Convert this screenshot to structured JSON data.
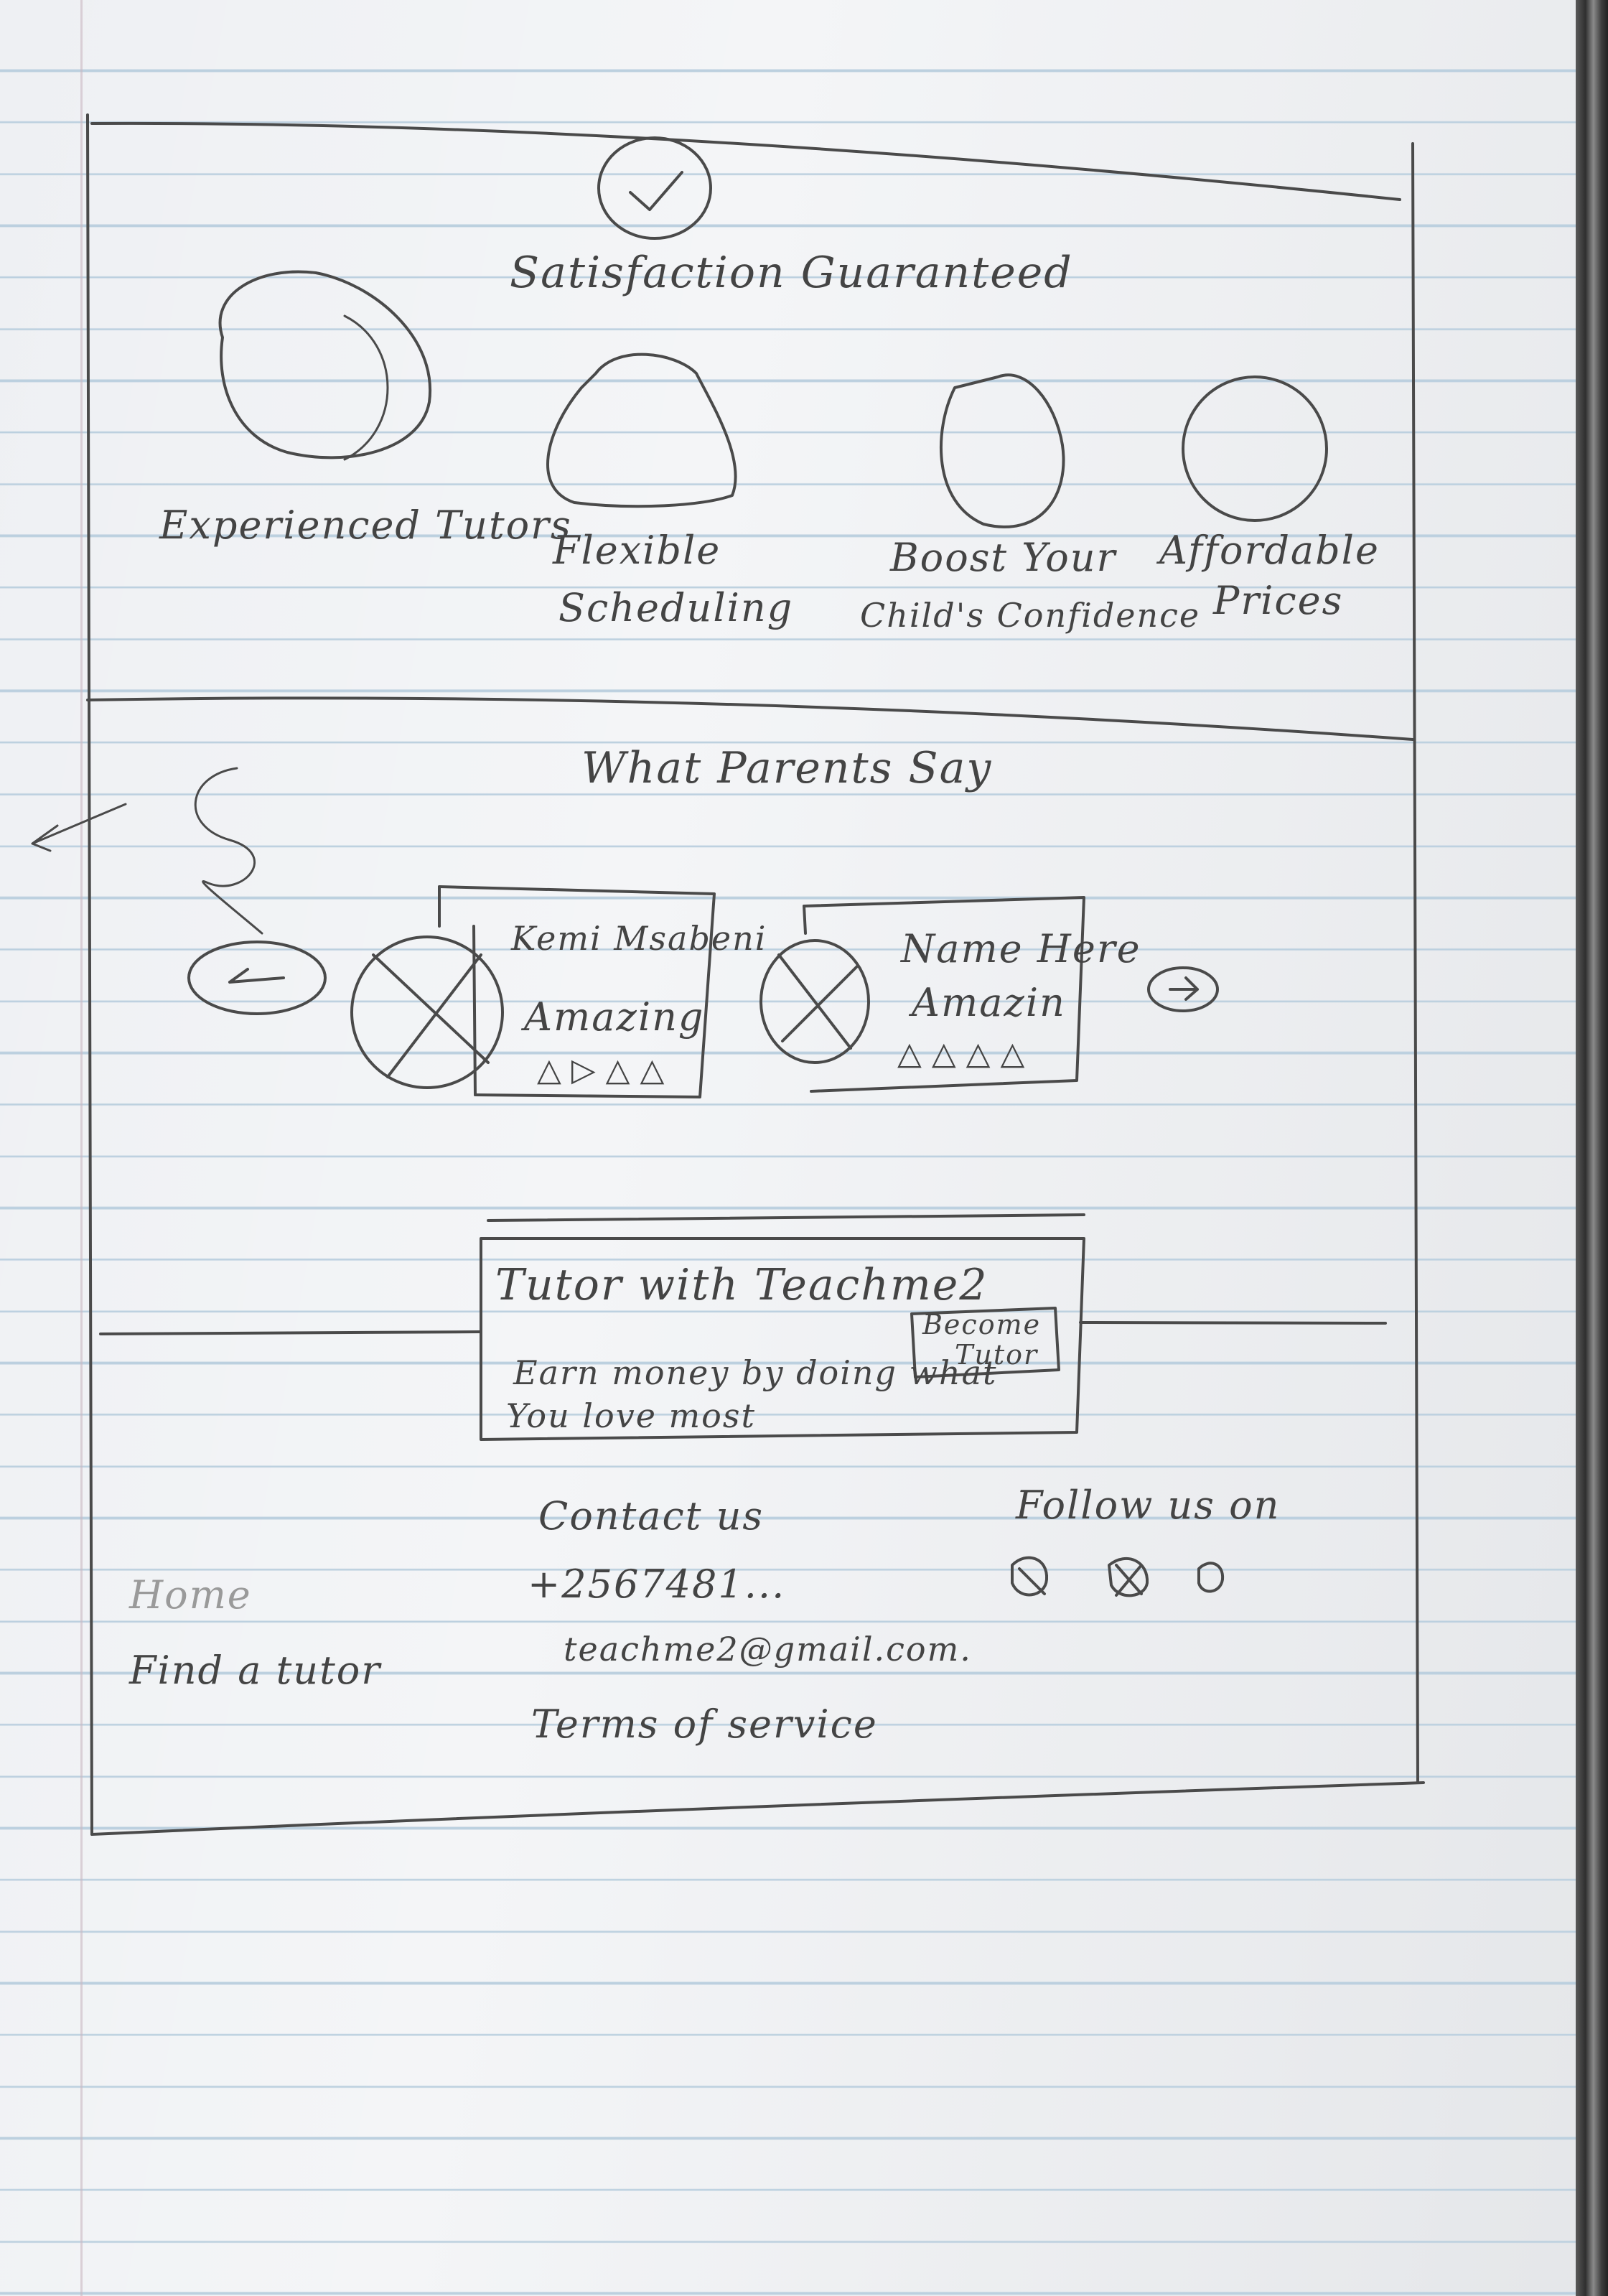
{
  "hero": {
    "tagline": "Satisfaction Guaranteed",
    "icon": "check-circle-icon"
  },
  "features": [
    {
      "label": "Experienced Tutors",
      "icon": "image-placeholder-icon"
    },
    {
      "label_line1": "Flexible",
      "label_line2": "Scheduling",
      "icon": "image-placeholder-icon"
    },
    {
      "label_line1": "Boost Your",
      "label_line2": "Child's Confidence",
      "icon": "image-placeholder-icon"
    },
    {
      "label_line1": "Affordable",
      "label_line2": "Prices",
      "icon": "image-placeholder-icon"
    }
  ],
  "testimonials": {
    "heading": "What Parents Say",
    "prev_icon": "arrow-left-icon",
    "next_icon": "arrow-right-icon",
    "cards": [
      {
        "name": "Kemi Msabeni",
        "quote": "Amazing",
        "rating": 4,
        "avatar_icon": "avatar-placeholder-icon"
      },
      {
        "name": "Name Here",
        "quote": "Amazin",
        "rating": 4,
        "avatar_icon": "avatar-placeholder-icon"
      }
    ]
  },
  "cta": {
    "title": "Tutor with Teachme2",
    "subtitle_line1": "Earn money by doing what",
    "subtitle_line2": "You love most",
    "button_line1": "Become",
    "button_line2": "Tutor"
  },
  "footer": {
    "nav": [
      "Home",
      "Find a tutor"
    ],
    "contact_heading": "Contact us",
    "phone": "+2567481...",
    "email": "teachme2@gmail.com.",
    "terms": "Terms of service",
    "social_heading": "Follow us on",
    "social_icons": [
      "social-icon",
      "social-icon",
      "social-icon"
    ]
  }
}
